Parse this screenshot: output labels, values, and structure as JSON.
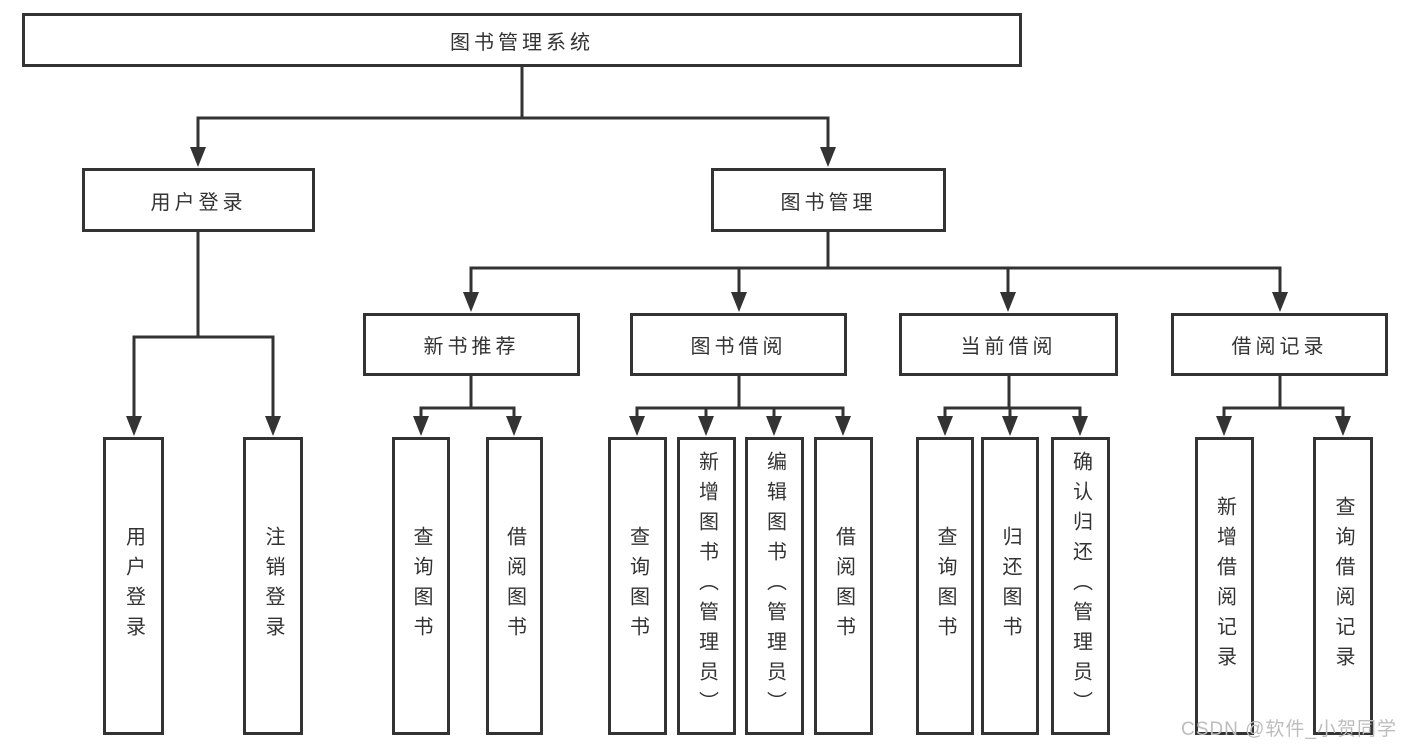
{
  "colors": {
    "line": "#333333",
    "text": "#333333",
    "box_background": "#ffffff",
    "watermark": "#bdbdbd",
    "background": "#ffffff"
  },
  "diagram": {
    "root": {
      "label": "图书管理系统"
    },
    "branches": [
      {
        "label": "用户登录",
        "children": [
          {
            "label": "用户登录"
          },
          {
            "label": "注销登录"
          }
        ]
      },
      {
        "label": "图书管理",
        "children": [
          {
            "label": "新书推荐",
            "children": [
              {
                "label": "查询图书"
              },
              {
                "label": "借阅图书"
              }
            ]
          },
          {
            "label": "图书借阅",
            "children": [
              {
                "label": "查询图书"
              },
              {
                "label": "新增图书（管理员）"
              },
              {
                "label": "编辑图书（管理员）"
              },
              {
                "label": "借阅图书"
              }
            ]
          },
          {
            "label": "当前借阅",
            "children": [
              {
                "label": "查询图书"
              },
              {
                "label": "归还图书"
              },
              {
                "label": "确认归还（管理员）"
              }
            ]
          },
          {
            "label": "借阅记录",
            "children": [
              {
                "label": "新增借阅记录"
              },
              {
                "label": "查询借阅记录"
              }
            ]
          }
        ]
      }
    ]
  },
  "watermark": {
    "text": "CSDN @软件_小贺同学"
  }
}
